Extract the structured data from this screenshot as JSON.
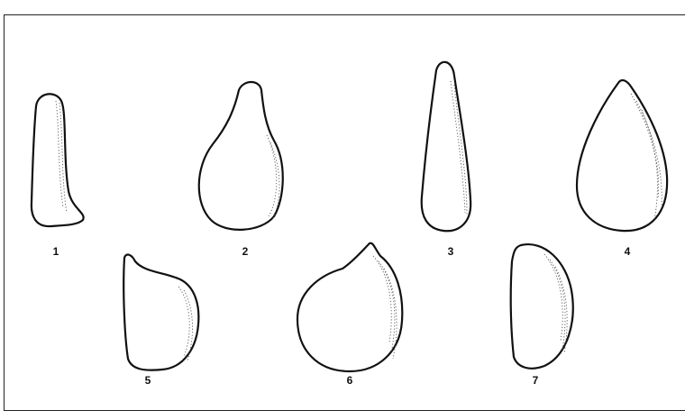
{
  "figure": {
    "caption_fragment": "(",
    "caption_rest": "",
    "shapes": [
      {
        "id": 1,
        "label": "1"
      },
      {
        "id": 2,
        "label": "2"
      },
      {
        "id": 3,
        "label": "3"
      },
      {
        "id": 4,
        "label": "4"
      },
      {
        "id": 5,
        "label": "5"
      },
      {
        "id": 6,
        "label": "6"
      },
      {
        "id": 7,
        "label": "7"
      }
    ]
  },
  "colors": {
    "outline": "#111111",
    "stipple": "#555555",
    "background": "#ffffff"
  }
}
